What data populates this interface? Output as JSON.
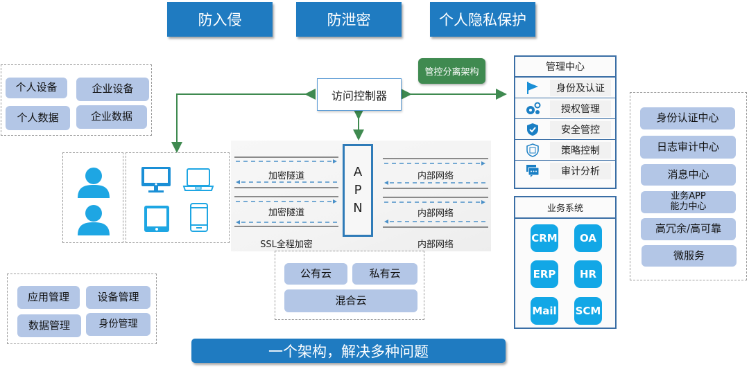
{
  "top_banners": [
    "防入侵",
    "防泄密",
    "个人隐私保护"
  ],
  "data_group": {
    "items": [
      "个人设备",
      "企业设备",
      "个人数据",
      "企业数据"
    ]
  },
  "device_icons": [
    "user-icon",
    "user-icon",
    "desktop-monitor-icon",
    "laptop-icon",
    "tablet-icon",
    "smartphone-icon"
  ],
  "access_controller": {
    "label": "访问控制器"
  },
  "separation_badge": {
    "label": "管控分离架构",
    "color": "#3f8a50"
  },
  "apn": {
    "letters": [
      "A",
      "P",
      "N"
    ]
  },
  "tunnels": {
    "left_labels": [
      "加密隧道",
      "加密隧道"
    ],
    "left_footer": "SSL全程加密",
    "right_labels": [
      "内部网络",
      "内部网络"
    ],
    "right_footer": "内部网络"
  },
  "cloud_group": {
    "items": [
      "公有云",
      "私有云",
      "混合云"
    ]
  },
  "management_center": {
    "title": "管理中心",
    "items": [
      {
        "icon": "flag-icon",
        "label": "身份及认证"
      },
      {
        "icon": "gears-icon",
        "label": "授权管理"
      },
      {
        "icon": "shield-check-icon",
        "label": "安全管控"
      },
      {
        "icon": "shield-limit-icon",
        "label": "策略控制"
      },
      {
        "icon": "chat-bubble-icon",
        "label": "审计分析"
      }
    ]
  },
  "business_systems": {
    "title": "业务系统",
    "items": [
      "CRM",
      "OA",
      "ERP",
      "HR",
      "Mail",
      "SCM"
    ]
  },
  "services_group": {
    "items": [
      "身份认证中心",
      "日志审计中心",
      "消息中心",
      "业务APP\n能力中心",
      "高冗余/高可靠",
      "微服务"
    ]
  },
  "admin_group": {
    "items": [
      "应用管理",
      "设备管理",
      "数据管理",
      "身份管理"
    ]
  },
  "bottom_banner": {
    "label": "一个架构，解决多种问题"
  },
  "colors": {
    "banner_blue": "#1f7bc1",
    "pill_blue": "#b3c6e6",
    "icon_blue": "#12a7e6",
    "arrow_green": "#3f8a50",
    "frame_blue": "#3a6ea5"
  }
}
